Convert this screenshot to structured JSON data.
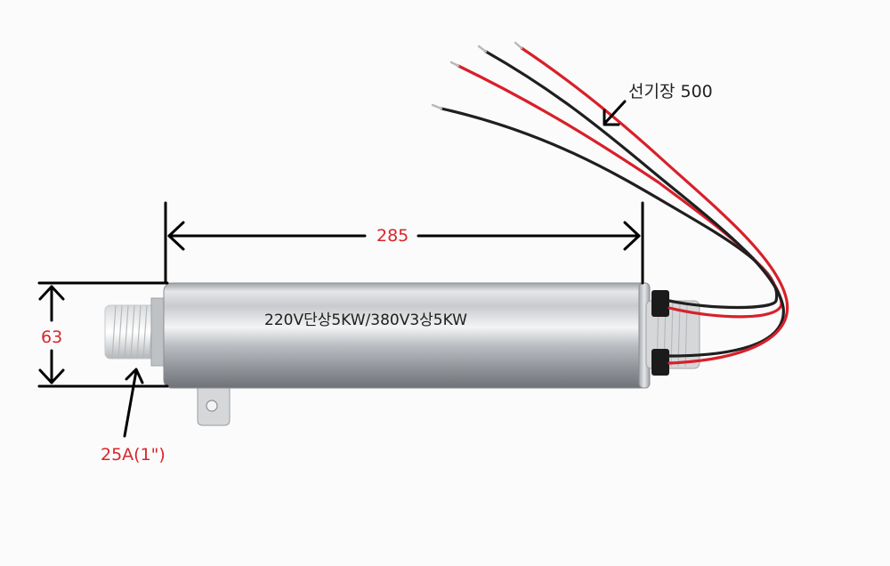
{
  "labels": {
    "length": "285",
    "diameter": "63",
    "thread": "25A(1\")",
    "wire_length": "선기장 500",
    "spec": "220V단상5KW/380V3상5KW"
  },
  "colors": {
    "dimension_label": "#d9252b",
    "dimension_line": "#000000",
    "wire_red": "#d8202a",
    "wire_black": "#1f1f1f",
    "steel": "#c9cbcd"
  }
}
